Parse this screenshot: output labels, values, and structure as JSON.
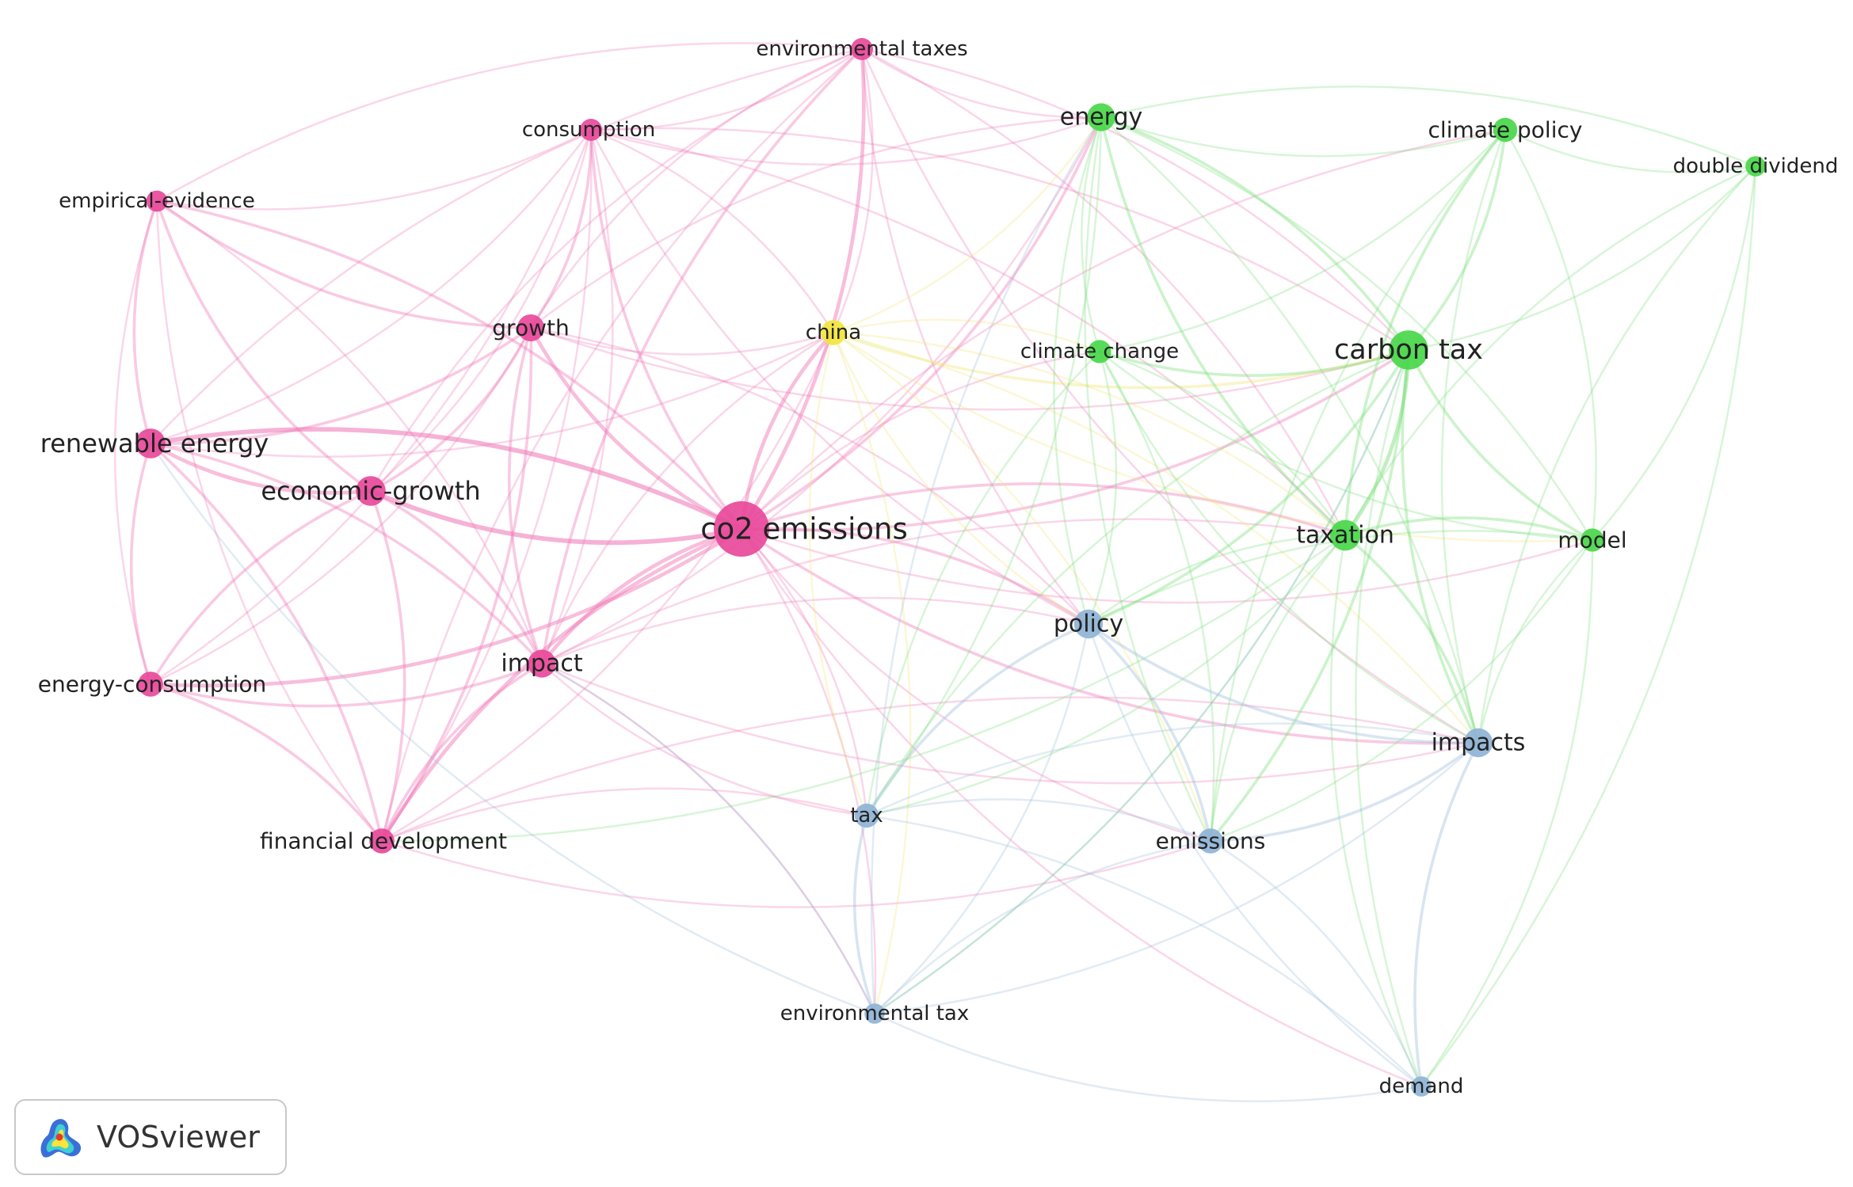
{
  "colors": {
    "cluster_pink": "#e8499a",
    "cluster_green": "#49d74a",
    "cluster_blue": "#8fb3d6",
    "cluster_yellow": "#f2e63c",
    "edge_pink": "#f07ab8",
    "edge_green": "#7ee07d",
    "edge_blue": "#9ebddb",
    "edge_yellow": "#f1e67a"
  },
  "nodes": [
    {
      "id": "co2",
      "label": "co2 emissions",
      "cluster": "pink",
      "weight": 5
    },
    {
      "id": "envtaxes",
      "label": "environmental taxes",
      "cluster": "pink",
      "weight": 1.5
    },
    {
      "id": "consumption",
      "label": "consumption",
      "cluster": "pink",
      "weight": 1.5
    },
    {
      "id": "empirical",
      "label": "empirical-evidence",
      "cluster": "pink",
      "weight": 1.4
    },
    {
      "id": "growth",
      "label": "growth",
      "cluster": "pink",
      "weight": 2
    },
    {
      "id": "renewable",
      "label": "renewable energy",
      "cluster": "pink",
      "weight": 2.3
    },
    {
      "id": "econgrowth",
      "label": "economic-growth",
      "cluster": "pink",
      "weight": 2.3
    },
    {
      "id": "impact",
      "label": "impact",
      "cluster": "pink",
      "weight": 2.1
    },
    {
      "id": "energycons",
      "label": "energy-consumption",
      "cluster": "pink",
      "weight": 1.8
    },
    {
      "id": "findev",
      "label": "financial development",
      "cluster": "pink",
      "weight": 1.8
    },
    {
      "id": "china",
      "label": "china",
      "cluster": "yellow",
      "weight": 1.8
    },
    {
      "id": "energy",
      "label": "energy",
      "cluster": "green",
      "weight": 2.1
    },
    {
      "id": "climatepolicy",
      "label": "climate policy",
      "cluster": "green",
      "weight": 1.7
    },
    {
      "id": "doubledividend",
      "label": "double dividend",
      "cluster": "green",
      "weight": 1.3
    },
    {
      "id": "climatechange",
      "label": "climate change",
      "cluster": "green",
      "weight": 1.6
    },
    {
      "id": "carbontax",
      "label": "carbon tax",
      "cluster": "green",
      "weight": 3.3
    },
    {
      "id": "taxation",
      "label": "taxation",
      "cluster": "green",
      "weight": 2.4
    },
    {
      "id": "model",
      "label": "model",
      "cluster": "green",
      "weight": 1.6
    },
    {
      "id": "policy",
      "label": "policy",
      "cluster": "blue",
      "weight": 2.2
    },
    {
      "id": "impacts",
      "label": "impacts",
      "cluster": "blue",
      "weight": 2.2
    },
    {
      "id": "tax",
      "label": "tax",
      "cluster": "blue",
      "weight": 1.7
    },
    {
      "id": "emissions",
      "label": "emissions",
      "cluster": "blue",
      "weight": 1.8
    },
    {
      "id": "envtax",
      "label": "environmental tax",
      "cluster": "blue",
      "weight": 1.3
    },
    {
      "id": "demand",
      "label": "demand",
      "cluster": "blue",
      "weight": 1.3
    }
  ],
  "edges": [
    [
      "co2",
      "envtaxes",
      3
    ],
    [
      "co2",
      "consumption",
      2
    ],
    [
      "co2",
      "empirical",
      2
    ],
    [
      "co2",
      "growth",
      3
    ],
    [
      "co2",
      "renewable",
      4
    ],
    [
      "co2",
      "econgrowth",
      4
    ],
    [
      "co2",
      "impact",
      3
    ],
    [
      "co2",
      "energycons",
      3
    ],
    [
      "co2",
      "findev",
      3
    ],
    [
      "co2",
      "china",
      3
    ],
    [
      "co2",
      "energy",
      2
    ],
    [
      "co2",
      "climatechange",
      1
    ],
    [
      "co2",
      "carbontax",
      2
    ],
    [
      "co2",
      "taxation",
      2
    ],
    [
      "co2",
      "model",
      1
    ],
    [
      "co2",
      "policy",
      2
    ],
    [
      "co2",
      "impacts",
      2
    ],
    [
      "co2",
      "tax",
      1
    ],
    [
      "co2",
      "emissions",
      1
    ],
    [
      "co2",
      "envtax",
      1
    ],
    [
      "co2",
      "demand",
      1
    ],
    [
      "co2",
      "climatepolicy",
      1
    ],
    [
      "renewable",
      "econgrowth",
      3
    ],
    [
      "renewable",
      "impact",
      2
    ],
    [
      "renewable",
      "energycons",
      2
    ],
    [
      "renewable",
      "findev",
      2
    ],
    [
      "renewable",
      "growth",
      2
    ],
    [
      "renewable",
      "empirical",
      2
    ],
    [
      "renewable",
      "consumption",
      1
    ],
    [
      "renewable",
      "envtaxes",
      1
    ],
    [
      "renewable",
      "china",
      1
    ],
    [
      "econgrowth",
      "impact",
      2
    ],
    [
      "econgrowth",
      "energycons",
      2
    ],
    [
      "econgrowth",
      "findev",
      2
    ],
    [
      "econgrowth",
      "growth",
      2
    ],
    [
      "econgrowth",
      "empirical",
      2
    ],
    [
      "econgrowth",
      "consumption",
      1
    ],
    [
      "econgrowth",
      "envtaxes",
      1
    ],
    [
      "energycons",
      "impact",
      2
    ],
    [
      "energycons",
      "findev",
      2
    ],
    [
      "energycons",
      "growth",
      1
    ],
    [
      "energycons",
      "empirical",
      1
    ],
    [
      "energycons",
      "consumption",
      1
    ],
    [
      "findev",
      "impact",
      2
    ],
    [
      "findev",
      "growth",
      2
    ],
    [
      "findev",
      "empirical",
      1
    ],
    [
      "findev",
      "consumption",
      1
    ],
    [
      "findev",
      "envtaxes",
      1
    ],
    [
      "findev",
      "china",
      1
    ],
    [
      "findev",
      "tax",
      1
    ],
    [
      "findev",
      "emissions",
      1
    ],
    [
      "findev",
      "impacts",
      1
    ],
    [
      "growth",
      "impact",
      2
    ],
    [
      "growth",
      "empirical",
      2
    ],
    [
      "growth",
      "consumption",
      2
    ],
    [
      "growth",
      "envtaxes",
      1
    ],
    [
      "growth",
      "china",
      1
    ],
    [
      "growth",
      "energy",
      1
    ],
    [
      "growth",
      "carbontax",
      1
    ],
    [
      "growth",
      "policy",
      1
    ],
    [
      "impact",
      "consumption",
      1
    ],
    [
      "impact",
      "envtaxes",
      2
    ],
    [
      "impact",
      "empirical",
      1
    ],
    [
      "impact",
      "china",
      1
    ],
    [
      "impact",
      "energy",
      1
    ],
    [
      "impact",
      "policy",
      1
    ],
    [
      "impact",
      "impacts",
      1
    ],
    [
      "impact",
      "taxation",
      1
    ],
    [
      "impact",
      "tax",
      1
    ],
    [
      "impact",
      "envtax",
      1
    ],
    [
      "empirical",
      "consumption",
      1
    ],
    [
      "empirical",
      "envtaxes",
      1
    ],
    [
      "consumption",
      "envtaxes",
      1
    ],
    [
      "consumption",
      "china",
      1
    ],
    [
      "consumption",
      "energy",
      1
    ],
    [
      "consumption",
      "carbontax",
      1
    ],
    [
      "consumption",
      "policy",
      1
    ],
    [
      "consumption",
      "taxation",
      1
    ],
    [
      "envtaxes",
      "energy",
      1
    ],
    [
      "envtaxes",
      "china",
      1
    ],
    [
      "envtaxes",
      "policy",
      1
    ],
    [
      "envtaxes",
      "taxation",
      1
    ],
    [
      "envtaxes",
      "impacts",
      1
    ],
    [
      "envtaxes",
      "carbontax",
      1
    ],
    [
      "china",
      "energy",
      1
    ],
    [
      "china",
      "climatechange",
      1
    ],
    [
      "china",
      "carbontax",
      2
    ],
    [
      "china",
      "taxation",
      1
    ],
    [
      "china",
      "policy",
      1
    ],
    [
      "china",
      "impacts",
      1
    ],
    [
      "china",
      "tax",
      1
    ],
    [
      "china",
      "envtax",
      1
    ],
    [
      "china",
      "model",
      1
    ],
    [
      "china",
      "emissions",
      1
    ],
    [
      "energy",
      "climatepolicy",
      1
    ],
    [
      "energy",
      "doubledividend",
      1
    ],
    [
      "energy",
      "climatechange",
      1
    ],
    [
      "energy",
      "carbontax",
      2
    ],
    [
      "energy",
      "taxation",
      2
    ],
    [
      "energy",
      "model",
      1
    ],
    [
      "energy",
      "policy",
      1
    ],
    [
      "energy",
      "impacts",
      1
    ],
    [
      "energy",
      "emissions",
      1
    ],
    [
      "energy",
      "tax",
      1
    ],
    [
      "climatepolicy",
      "doubledividend",
      1
    ],
    [
      "climatepolicy",
      "carbontax",
      2
    ],
    [
      "climatepolicy",
      "taxation",
      2
    ],
    [
      "climatepolicy",
      "model",
      1
    ],
    [
      "climatepolicy",
      "impacts",
      1
    ],
    [
      "climatepolicy",
      "climatechange",
      1
    ],
    [
      "climatepolicy",
      "emissions",
      1
    ],
    [
      "doubledividend",
      "carbontax",
      1
    ],
    [
      "doubledividend",
      "taxation",
      1
    ],
    [
      "doubledividend",
      "model",
      1
    ],
    [
      "doubledividend",
      "impacts",
      1
    ],
    [
      "doubledividend",
      "demand",
      1
    ],
    [
      "climatechange",
      "carbontax",
      2
    ],
    [
      "climatechange",
      "taxation",
      1
    ],
    [
      "climatechange",
      "model",
      1
    ],
    [
      "climatechange",
      "policy",
      1
    ],
    [
      "climatechange",
      "impacts",
      1
    ],
    [
      "climatechange",
      "emissions",
      1
    ],
    [
      "climatechange",
      "tax",
      1
    ],
    [
      "carbontax",
      "taxation",
      3
    ],
    [
      "carbontax",
      "model",
      2
    ],
    [
      "carbontax",
      "policy",
      2
    ],
    [
      "carbontax",
      "impacts",
      2
    ],
    [
      "carbontax",
      "emissions",
      2
    ],
    [
      "carbontax",
      "tax",
      1
    ],
    [
      "carbontax",
      "envtax",
      1
    ],
    [
      "carbontax",
      "demand",
      1
    ],
    [
      "taxation",
      "model",
      2
    ],
    [
      "taxation",
      "policy",
      1
    ],
    [
      "taxation",
      "impacts",
      2
    ],
    [
      "taxation",
      "emissions",
      1
    ],
    [
      "taxation",
      "tax",
      1
    ],
    [
      "taxation",
      "demand",
      1
    ],
    [
      "taxation",
      "findev",
      1
    ],
    [
      "model",
      "impacts",
      1
    ],
    [
      "model",
      "emissions",
      1
    ],
    [
      "model",
      "policy",
      1
    ],
    [
      "model",
      "demand",
      1
    ],
    [
      "policy",
      "impacts",
      2
    ],
    [
      "policy",
      "emissions",
      2
    ],
    [
      "policy",
      "tax",
      2
    ],
    [
      "policy",
      "envtax",
      1
    ],
    [
      "policy",
      "demand",
      1
    ],
    [
      "impacts",
      "emissions",
      2
    ],
    [
      "impacts",
      "tax",
      1
    ],
    [
      "impacts",
      "envtax",
      1
    ],
    [
      "impacts",
      "demand",
      2
    ],
    [
      "tax",
      "emissions",
      1
    ],
    [
      "tax",
      "envtax",
      2
    ],
    [
      "tax",
      "demand",
      1
    ],
    [
      "emissions",
      "envtax",
      1
    ],
    [
      "emissions",
      "demand",
      1
    ],
    [
      "envtax",
      "demand",
      1
    ],
    [
      "envtax",
      "energy",
      1
    ],
    [
      "envtax",
      "carbontax",
      1
    ],
    [
      "envtax",
      "renewable",
      1
    ],
    [
      "envtax",
      "impact",
      1
    ]
  ],
  "logo": {
    "text": "VOSviewer",
    "icon": "vosviewer-logo-icon"
  }
}
